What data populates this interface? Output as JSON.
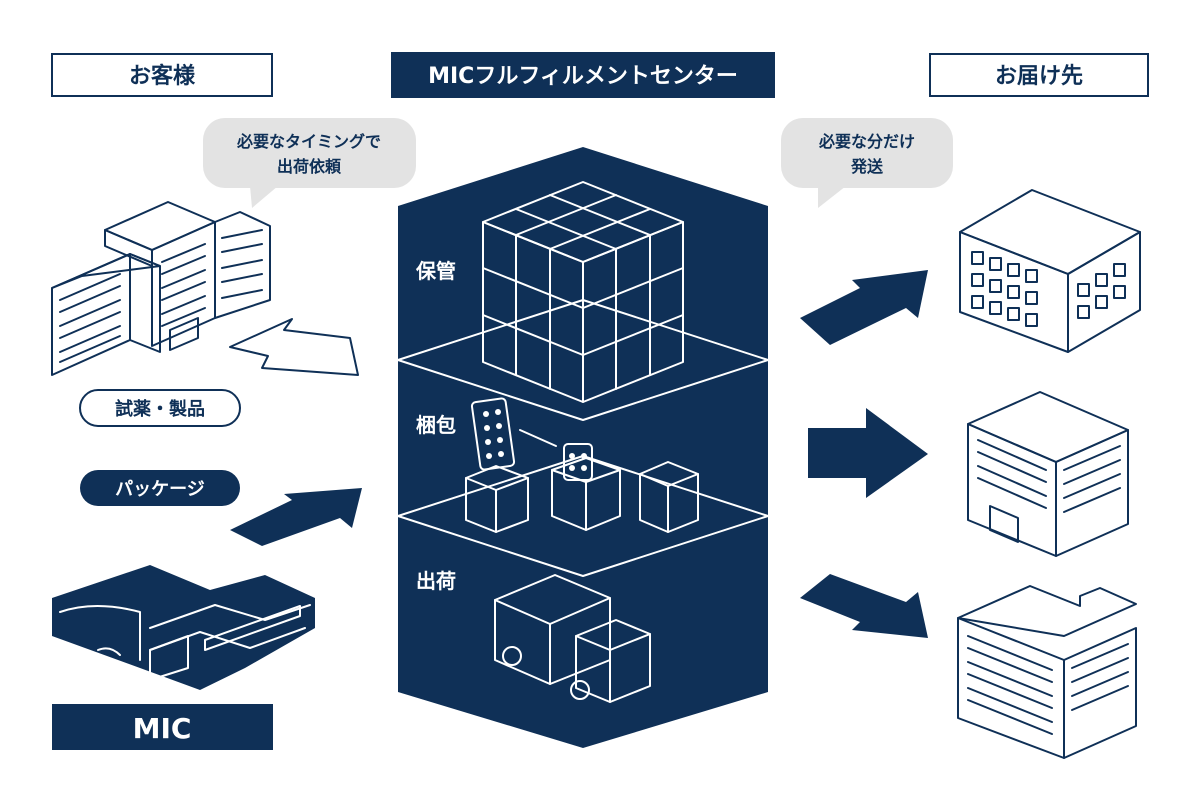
{
  "colors": {
    "navy": "#0f3057",
    "bubble": "#e3e3e3",
    "white": "#ffffff"
  },
  "headers": {
    "customer": "お客様",
    "center": "MICフルフィルメントセンター",
    "destination": "お届け先"
  },
  "bubbles": {
    "order_line1": "必要なタイミングで",
    "order_line2": "出荷依頼",
    "ship_line1": "必要な分だけ",
    "ship_line2": "発送"
  },
  "tags": {
    "goods": "試薬・製品",
    "package": "パッケージ"
  },
  "company": "MIC",
  "steps": [
    {
      "label": "保管",
      "icon": "boxes-stack-icon"
    },
    {
      "label": "梱包",
      "icon": "packing-box-icon"
    },
    {
      "label": "出荷",
      "icon": "delivery-truck-icon"
    }
  ],
  "icons": {
    "customer_building": "customer-building-icon",
    "mic_factory": "mic-factory-icon",
    "destinations": [
      "destination-building-1-icon",
      "destination-building-2-icon",
      "destination-building-3-icon"
    ]
  }
}
